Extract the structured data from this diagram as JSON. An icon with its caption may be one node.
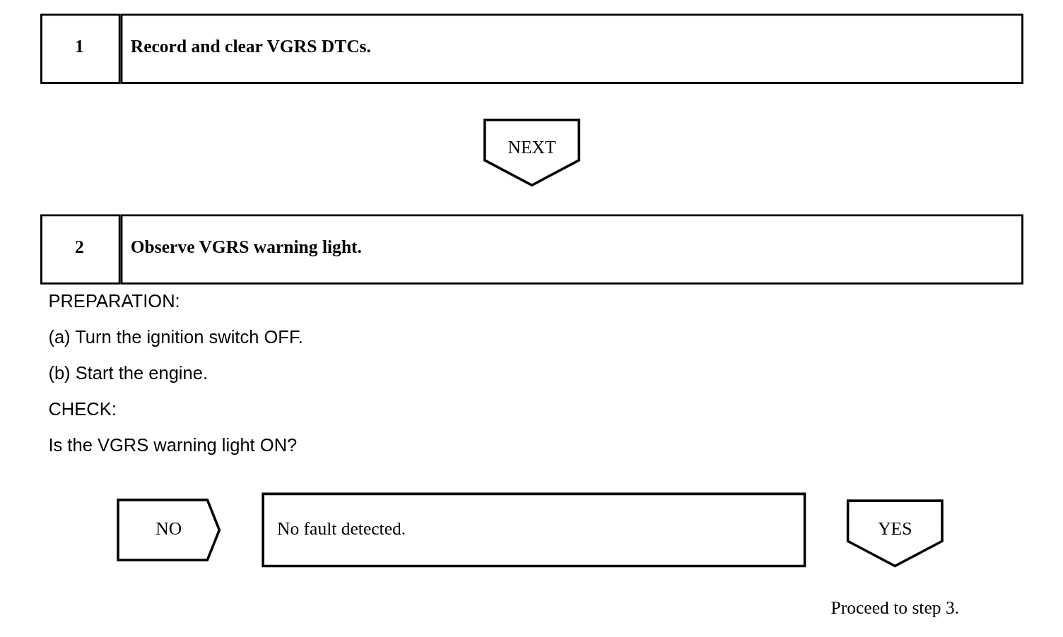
{
  "diagram": {
    "nodes": [
      {
        "text": [
          "1",
          "Record and clear VGRS DTCs."
        ]
      },
      {
        "text": [
          "NEXT"
        ]
      },
      {
        "text": [
          "2",
          "Observe VGRS warning light."
        ],
        "beside": [
          "PREPARATION:",
          "(a) Turn the ignition switch OFF.",
          "(b) Start the engine.",
          "CHECK:",
          "Is the VGRS warning light ON?"
        ]
      },
      {
        "text": [
          "NO"
        ]
      },
      {
        "text": [
          "No fault detected."
        ]
      },
      {
        "text": [
          "YES"
        ]
      },
      {
        "text": [
          "Proceed to step 3."
        ]
      }
    ],
    "edges": []
  }
}
